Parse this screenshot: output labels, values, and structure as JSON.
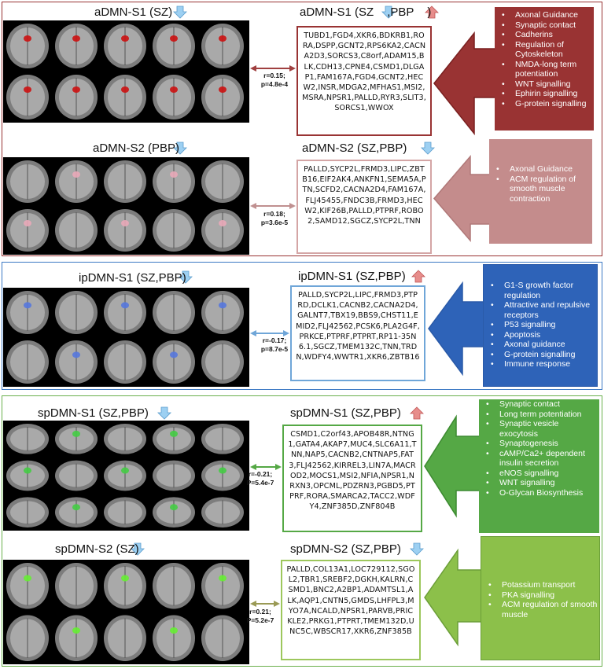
{
  "colors": {
    "red": "#993333",
    "pink": "#c48c8c",
    "blue": "#2e63b8",
    "green": "#55a845",
    "lightgreen": "#8cc04a",
    "arrow_up": "#e78d8b",
    "arrow_down": "#9dd0f2"
  },
  "sections": [
    {
      "brain_title": "aDMN-S1 (SZ)",
      "brain_arrow": "down",
      "gene_title": "aDMN-S1 (SZ",
      "gene_title_mid": ",PBP",
      "gene_arrow_mid": "down",
      "gene_arrow": "up",
      "stat": [
        "r=0.15;",
        "p=4.8e-4"
      ],
      "genes": "TUBD1,FGD4,XKR6,BDKRB1,RORA,DSPP,GCNT2,RPS6KA2,CACNA2D3,SORCS3,C8orf,ADAM15,BLK,CDH13,CPNE4,CSMD1,DLGAP1,FAM167A,FGD4,GCNT2,HECW2,INSR,MDGA2,MFHAS1,MSI2,MSRA,NPSR1,PALLD,RYR3,SLIT3,SORCS1,WWOX",
      "pathways": [
        "Axonal Guidance",
        "Synaptic contact",
        "Cadherins",
        "Regulation of Cytoskeleton",
        "NMDA-long term potentiation",
        "WNT signalling",
        "Ephirin signalling",
        "G-protein signalling"
      ]
    },
    {
      "brain_title": "aDMN-S2 (PBP)",
      "brain_arrow": "down",
      "gene_title": "aDMN-S2 (SZ,PBP)",
      "gene_arrow": "down",
      "stat": [
        "r=0.18;",
        "p=3.6e-5"
      ],
      "genes": "PALLD,SYCP2L,FRMD3,LIPC,ZBTB16,EIF2AK4,ANKFN1,SEMA5A,PTN,SCFD2,CACNA2D4,FAM167A,FLJ45455,FNDC3B,FRMD3,HECW2,KIF26B,PALLD,PTPRF,ROBO2,SAMD12,SGCZ,SYCP2L,TNN",
      "pathways": [
        "Axonal Guidance",
        "ACM regulation of smooth muscle contraction"
      ]
    },
    {
      "brain_title": "ipDMN-S1 (SZ,PBP)",
      "brain_arrow": "down",
      "gene_title": "ipDMN-S1 (SZ,PBP)",
      "gene_arrow": "up",
      "stat": [
        "r=-0.17;",
        "p=8.7e-5"
      ],
      "genes": "PALLD,SYCP2L,LIPC,FRMD3,PTPRD,DCLK1,CACNB2,CACNA2D4,GALNT7,TBX19,BBS9,CHST11,EMID2,FLJ42562,PCSK6,PLA2G4F,PRKCE,PTPRF,PTPRT,RP11-35N6.1,SGCZ,TMEM132C,TNN,TRDN,WDFY4,WWTR1,XKR6,ZBTB16",
      "pathways": [
        "G1-S growth factor regulation",
        "Attractive and repulsive receptors",
        "P53 signalling",
        "Apoptosis",
        "Axonal guidance",
        "G-protein signalling",
        "Immune response"
      ]
    },
    {
      "brain_title": "spDMN-S1 (SZ,PBP)",
      "brain_arrow": "down",
      "gene_title": "spDMN-S1 (SZ,PBP)",
      "gene_arrow": "up",
      "stat": [
        "r=-0.21;",
        "P=5.4e-7"
      ],
      "genes": "CSMD1,C2orf43,APOB48R,NTNG1,GATA4,AKAP7,MUC4,SLC6A11,TNN,NAP5,CACNB2,CNTNAP5,FAT3,FLJ42562,KIRREL3,LIN7A,MACROD2,MOCS1,MSI2,NFIA,NPSR1,NRXN3,OPCML,PDZRN3,PGBD5,PTPRF,RORA,SMARCA2,TACC2,WDFY4,ZNF385D,ZNF804B",
      "pathways": [
        "Synaptic contact",
        "Long term potentiation",
        "Synaptic vesicle exocytosis",
        "Synaptogenesis",
        "cAMP/Ca2+ dependent insulin secretion",
        "eNOS signalling",
        "WNT signalling",
        "O-Glycan Biosynthesis"
      ]
    },
    {
      "brain_title": "spDMN-S2 (SZ)",
      "brain_arrow": "down",
      "gene_title": "spDMN-S2 (SZ,PBP)",
      "gene_arrow": "down",
      "stat": [
        "r=0.21;",
        "P=5.2e-7"
      ],
      "genes": "PALLD,COL13A1,LOC729112,SGOL2,TBR1,SREBF2,DGKH,KALRN,CSMD1,BNC2,A2BP1,ADAMTSL1,ALK,AQP1,CNTN5,GMDS,LHFPL3,MYO7A,NCALD,NPSR1,PARVB,PRICKLE2,PRKG1,PTPRT,TMEM132D,UNC5C,WBSCR17,XKR6,ZNF385B",
      "pathways": [
        "Potassium transport",
        "PKA signalling",
        "ACM regulation of smooth muscle"
      ]
    }
  ]
}
